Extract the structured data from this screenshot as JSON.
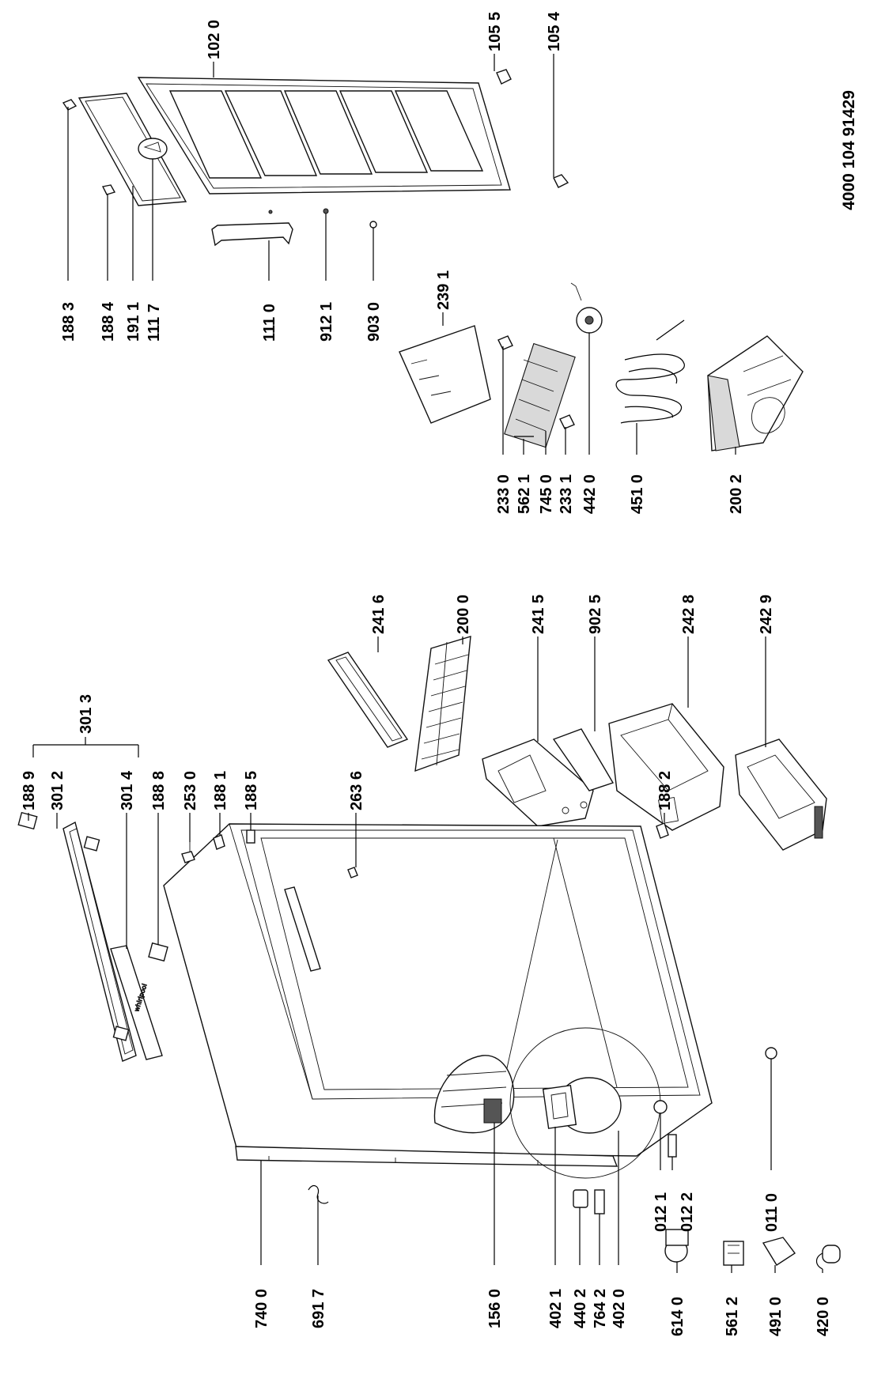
{
  "document_number": "4000 104 91429",
  "labels": {
    "p1020": "102 0",
    "p1055": "105 5",
    "p1054": "105 4",
    "p1883": "188 3",
    "p1884": "188 4",
    "p1911": "191 1",
    "p1117": "111 7",
    "p1110": "111 0",
    "p9121": "912 1",
    "p9030": "903 0",
    "p2391": "239 1",
    "p2330": "233 0",
    "p5621": "562 1",
    "p7450": "745 0",
    "p2331": "233 1",
    "p4420": "442 0",
    "p4510": "451 0",
    "p2002": "200 2",
    "p2416": "241 6",
    "p2000": "200 0",
    "p2415": "241 5",
    "p9025": "902 5",
    "p2428": "242 8",
    "p2429": "242 9",
    "p3013": "301 3",
    "p1889": "188 9",
    "p3012": "301 2",
    "p3014": "301 4",
    "p1888": "188 8",
    "p2530": "253 0",
    "p1881": "188 1",
    "p1885": "188 5",
    "p2636": "263 6",
    "p1882": "188 2",
    "p0121": "012 1",
    "p0122": "012 2",
    "p0110": "011 0",
    "p7400": "740 0",
    "p6917": "691 7",
    "p1560": "156 0",
    "p4021": "402 1",
    "p4402": "440 2",
    "p7642": "764 2",
    "p4020": "402 0",
    "p6140": "614 0",
    "p5612": "561 2",
    "p4910": "491 0",
    "p4200": "420 0"
  }
}
